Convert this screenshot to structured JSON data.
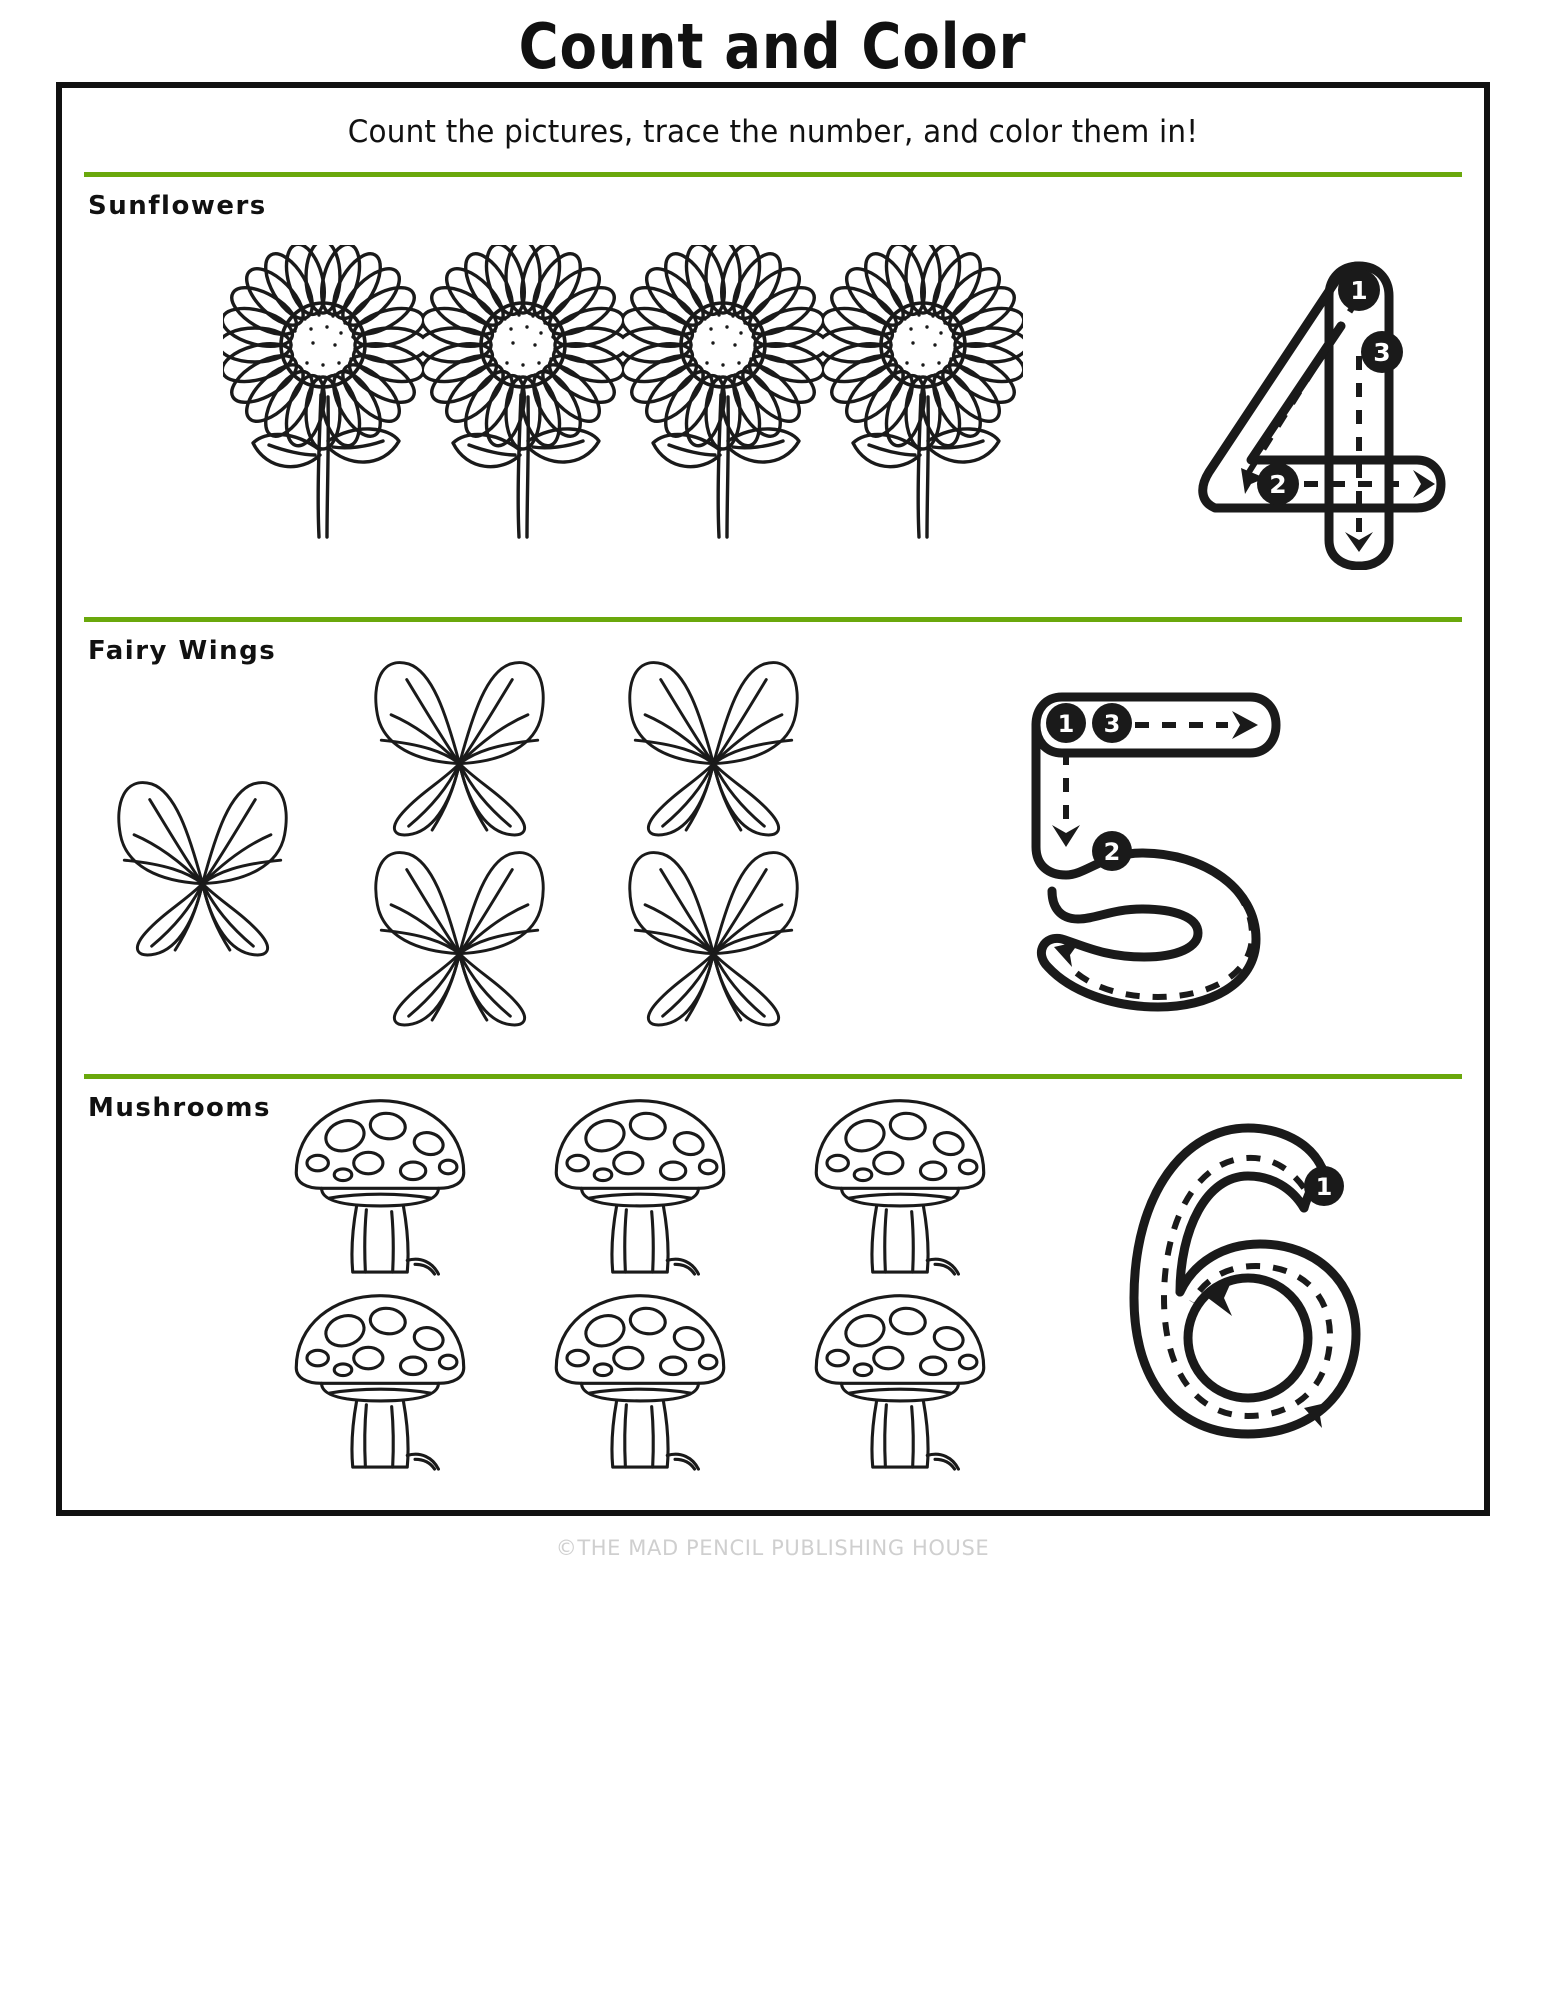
{
  "document": {
    "title": "Count and Color",
    "subtitle": "Count the pictures, trace the number, and color them in!",
    "footer": "©THE MAD PENCIL PUBLISHING HOUSE",
    "accent_color": "#6aa80c",
    "ink_color": "#1a1a1a",
    "footer_color": "#cfcfcf",
    "page_background": "#ffffff"
  },
  "sections": [
    {
      "label": "Sunflowers",
      "item_icon": "sunflower-icon",
      "item_count": 4,
      "trace_number": "4",
      "stroke_markers": [
        "1",
        "2",
        "3"
      ]
    },
    {
      "label": "Fairy Wings",
      "item_icon": "butterfly-wings-icon",
      "item_count": 5,
      "trace_number": "5",
      "stroke_markers": [
        "1",
        "3",
        "2"
      ]
    },
    {
      "label": "Mushrooms",
      "item_icon": "mushroom-icon",
      "item_count": 6,
      "trace_number": "6",
      "stroke_markers": [
        "1"
      ]
    }
  ]
}
